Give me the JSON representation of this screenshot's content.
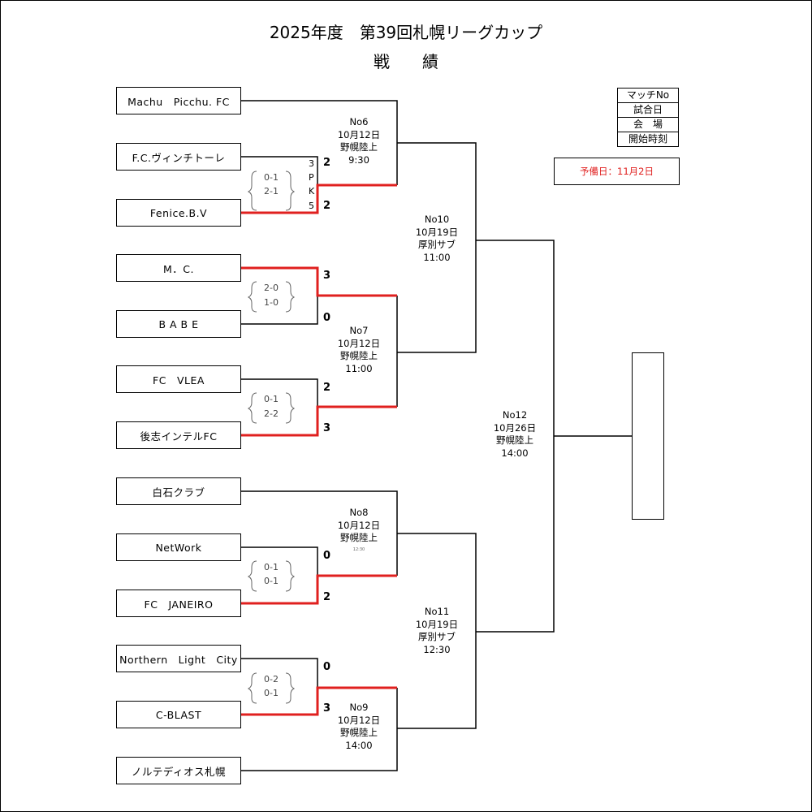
{
  "header": {
    "title": "2025年度　第39回札幌リーグカップ",
    "subtitle": "戦　　績"
  },
  "legend": [
    "マッチNo",
    "試合日",
    "会　場",
    "開始時刻"
  ],
  "reserve_day": "予備日：11月2日",
  "teams": [
    "Machu　Picchu. FC",
    "F.C.ヴィンチトーレ",
    "Fenice.B.V",
    "M．C.",
    "B A B E",
    "FC　VLEA",
    "後志インテルFC",
    "白石クラブ",
    "NetWork",
    "FC　JANEIRO",
    "Northern　Light　City",
    "C-BLAST",
    "ノルテディオス札幌"
  ],
  "matches": [
    {
      "no": "No6",
      "date": "10月12日",
      "venue": "野幌陸上",
      "time": "9:30"
    },
    {
      "no": "No7",
      "date": "10月12日",
      "venue": "野幌陸上",
      "time": "11:00"
    },
    {
      "no": "No8",
      "date": "10月12日",
      "venue": "野幌陸上",
      "time": "12:30"
    },
    {
      "no": "No9",
      "date": "10月12日",
      "venue": "野幌陸上",
      "time": "14:00"
    },
    {
      "no": "No10",
      "date": "10月19日",
      "venue": "厚別サブ",
      "time": "11:00"
    },
    {
      "no": "No11",
      "date": "10月19日",
      "venue": "厚別サブ",
      "time": "12:30"
    },
    {
      "no": "No12",
      "date": "10月26日",
      "venue": "野幌陸上",
      "time": "14:00"
    }
  ],
  "scores": {
    "m6": {
      "top": "2",
      "bottom": "2",
      "halves": [
        "0-1",
        "2-1"
      ],
      "pk": [
        "3",
        "P",
        "K",
        "5"
      ]
    },
    "m7a": {
      "top": "3",
      "bottom": "0",
      "halves": [
        "2-0",
        "1-0"
      ]
    },
    "m7b": {
      "top": "2",
      "bottom": "3",
      "halves": [
        "0-1",
        "2-2"
      ]
    },
    "m8": {
      "top": "0",
      "bottom": "2",
      "halves": [
        "0-1",
        "0-1"
      ]
    },
    "m9": {
      "top": "0",
      "bottom": "3",
      "halves": [
        "0-2",
        "0-1"
      ]
    }
  },
  "colors": {
    "winner_line": "#e0201f",
    "line": "#000000"
  }
}
